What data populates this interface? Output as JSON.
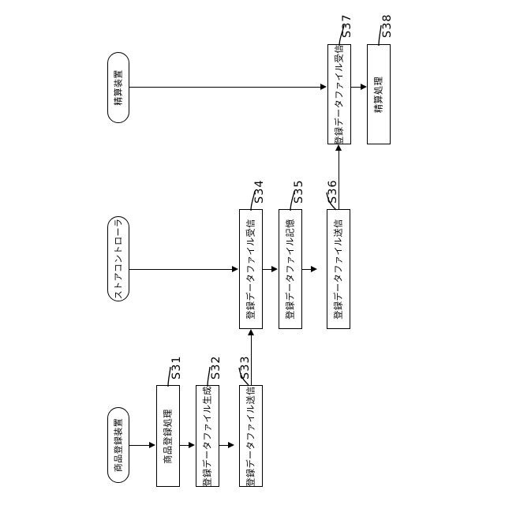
{
  "diagram": {
    "title": "POS registration and settlement sequence flowchart",
    "orientation": "rotated-90",
    "lanes": [
      {
        "id": "lane-settlement",
        "actor": "精算装置"
      },
      {
        "id": "lane-store-controller",
        "actor": "ストアコントローラ"
      },
      {
        "id": "lane-product-registration",
        "actor": "商品登録装置"
      }
    ],
    "steps": [
      {
        "id": "S31",
        "label": "S31",
        "text": "商品登録処理"
      },
      {
        "id": "S32",
        "label": "S32",
        "text": "登録データファイル生成"
      },
      {
        "id": "S33",
        "label": "S33",
        "text": "登録データファイル送信"
      },
      {
        "id": "S34",
        "label": "S34",
        "text": "登録データファイル受信"
      },
      {
        "id": "S35",
        "label": "S35",
        "text": "登録データファイル記憶"
      },
      {
        "id": "S36",
        "label": "S36",
        "text": "登録データファイル送信"
      },
      {
        "id": "S37",
        "label": "S37",
        "text": "登録データファイル受信"
      },
      {
        "id": "S38",
        "label": "S38",
        "text": "精算処理"
      }
    ],
    "colors": {
      "stroke": "#000000",
      "fill": "#ffffff"
    }
  }
}
